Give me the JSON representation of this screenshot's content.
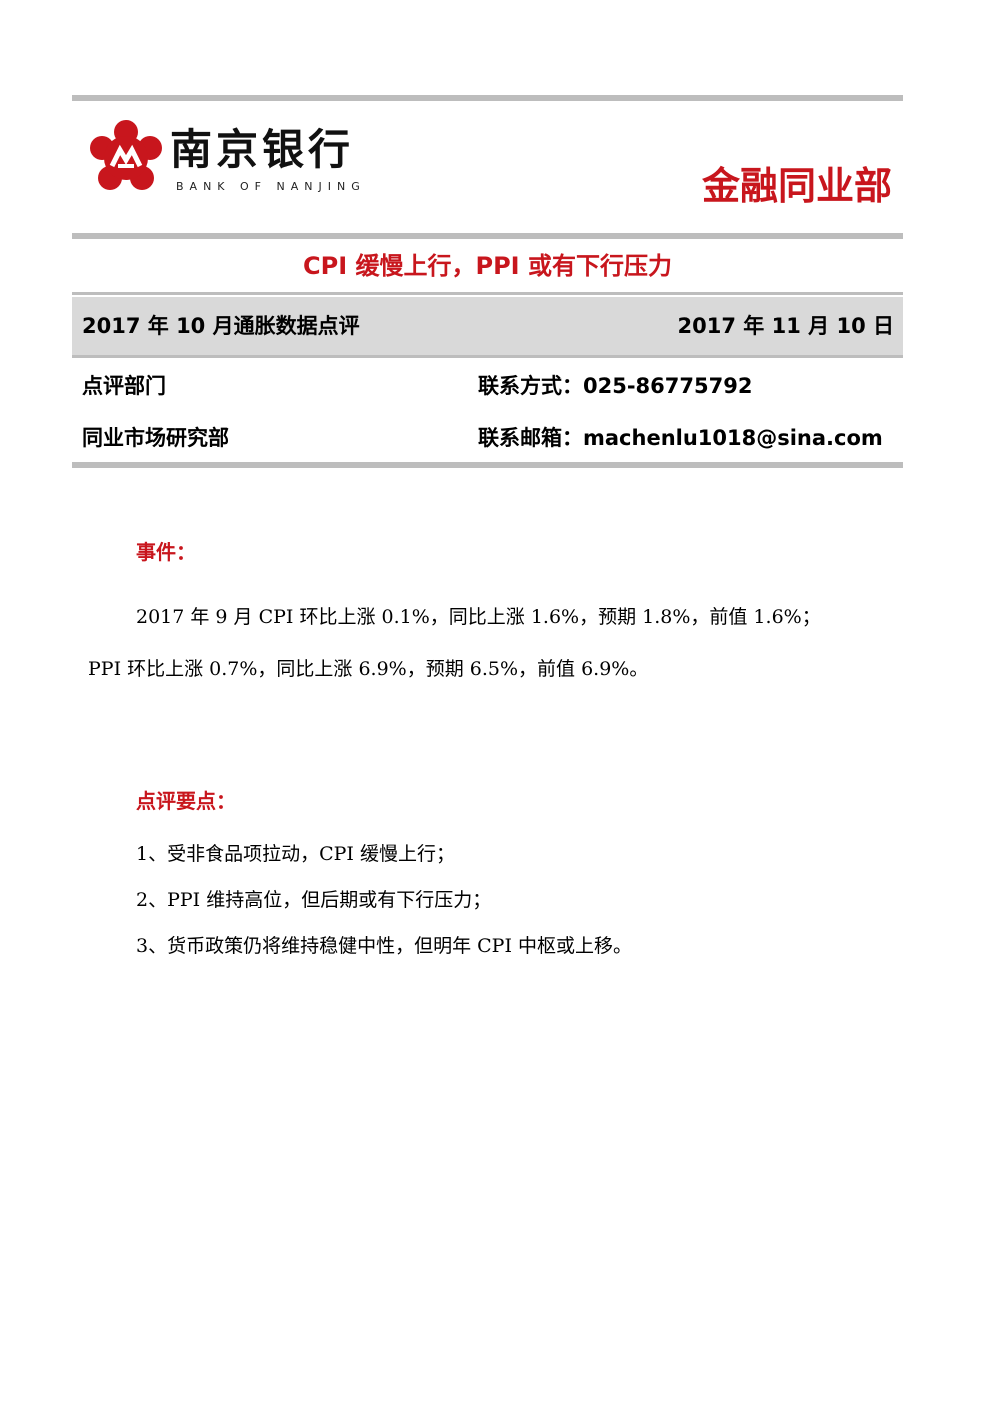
{
  "header": {
    "bank_name_cn": "南京银行",
    "bank_name_en": "BANK OF NANJING",
    "department": "金融同业部",
    "logo_icon": "bank-of-nanjing-logo-icon",
    "brand_color": "#c8161d"
  },
  "report": {
    "title": "CPI 缓慢上行，PPI 或有下行压力",
    "subtitle": "2017 年 10 月通胀数据点评",
    "date": "2017 年 11 月 10 日"
  },
  "info": {
    "review_dept_label": "点评部门",
    "review_dept_value": "同业市场研究部",
    "contact_phone": "联系方式：025-86775792",
    "contact_email": "联系邮箱：machenlu1018@sina.com"
  },
  "event": {
    "heading": "事件：",
    "line1": "2017 年 9 月 CPI 环比上涨 0.1%，同比上涨 1.6%，预期 1.8%，前值 1.6%；",
    "line2": "PPI 环比上涨 0.7%，同比上涨 6.9%，预期 6.5%，前值 6.9%。"
  },
  "key_points": {
    "heading": "点评要点：",
    "items": [
      "1、受非食品项拉动，CPI 缓慢上行；",
      "2、PPI 维持高位，但后期或有下行压力；",
      "3、货币政策仍将维持稳健中性，但明年 CPI 中枢或上移。"
    ]
  }
}
